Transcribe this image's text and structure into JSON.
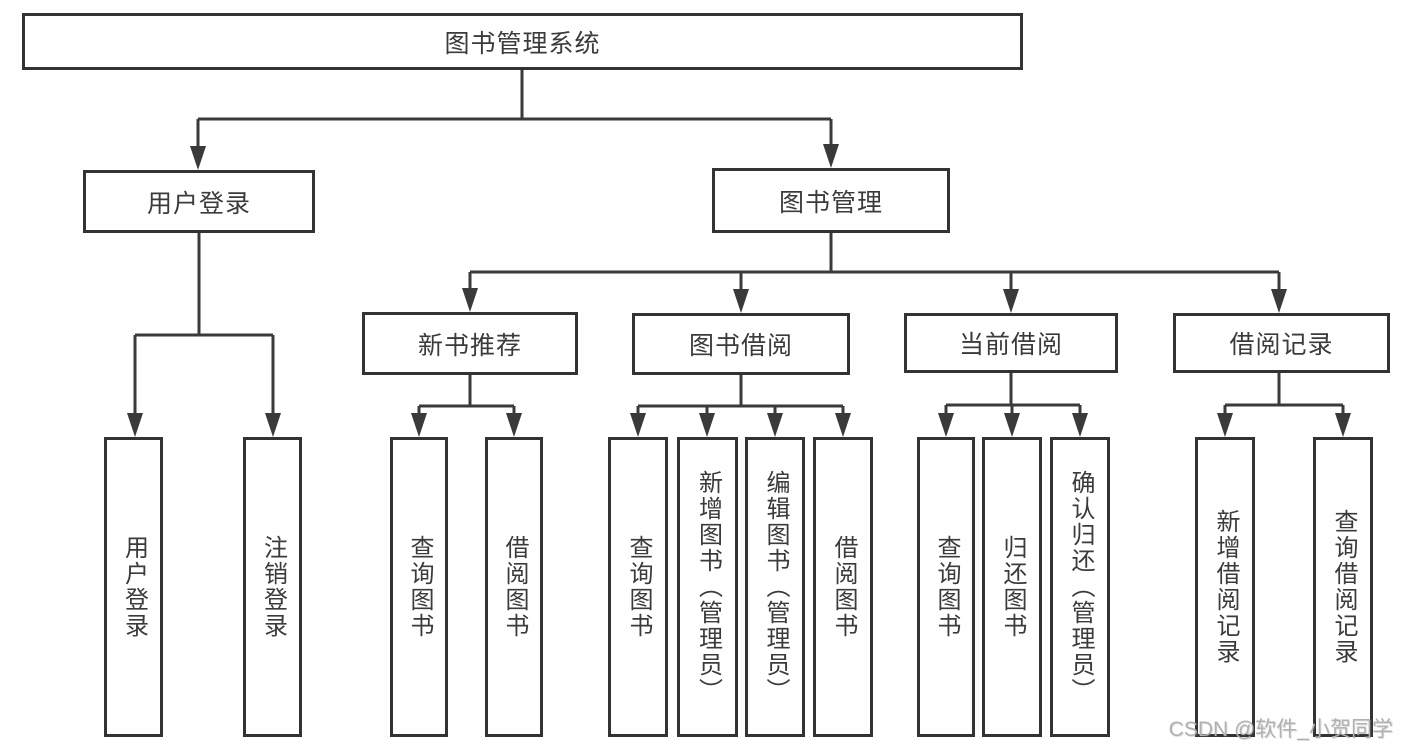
{
  "diagram": {
    "root": {
      "label": "图书管理系统"
    },
    "level2": {
      "user_login": {
        "label": "用户登录"
      },
      "book_management": {
        "label": "图书管理"
      }
    },
    "level3": {
      "new_book_recommend": {
        "label": "新书推荐"
      },
      "book_borrow": {
        "label": "图书借阅"
      },
      "current_borrow": {
        "label": "当前借阅"
      },
      "borrow_records": {
        "label": "借阅记录"
      }
    },
    "leaves": {
      "user_login": [
        "用户登录",
        "注销登录"
      ],
      "new_book_recommend": [
        "查询图书",
        "借阅图书"
      ],
      "book_borrow": [
        "查询图书",
        "新增图书（管理员）",
        "编辑图书（管理员）",
        "借阅图书"
      ],
      "current_borrow": [
        "查询图书",
        "归还图书",
        "确认归还（管理员）"
      ],
      "borrow_records": [
        "新增借阅记录",
        "查询借阅记录"
      ]
    }
  },
  "watermark": "CSDN @软件_小贺同学",
  "colors": {
    "line": "#3a3a3a",
    "box_border": "#333333",
    "text": "#3b3b3b",
    "watermark": "#b1b1b1",
    "background": "#ffffff"
  }
}
